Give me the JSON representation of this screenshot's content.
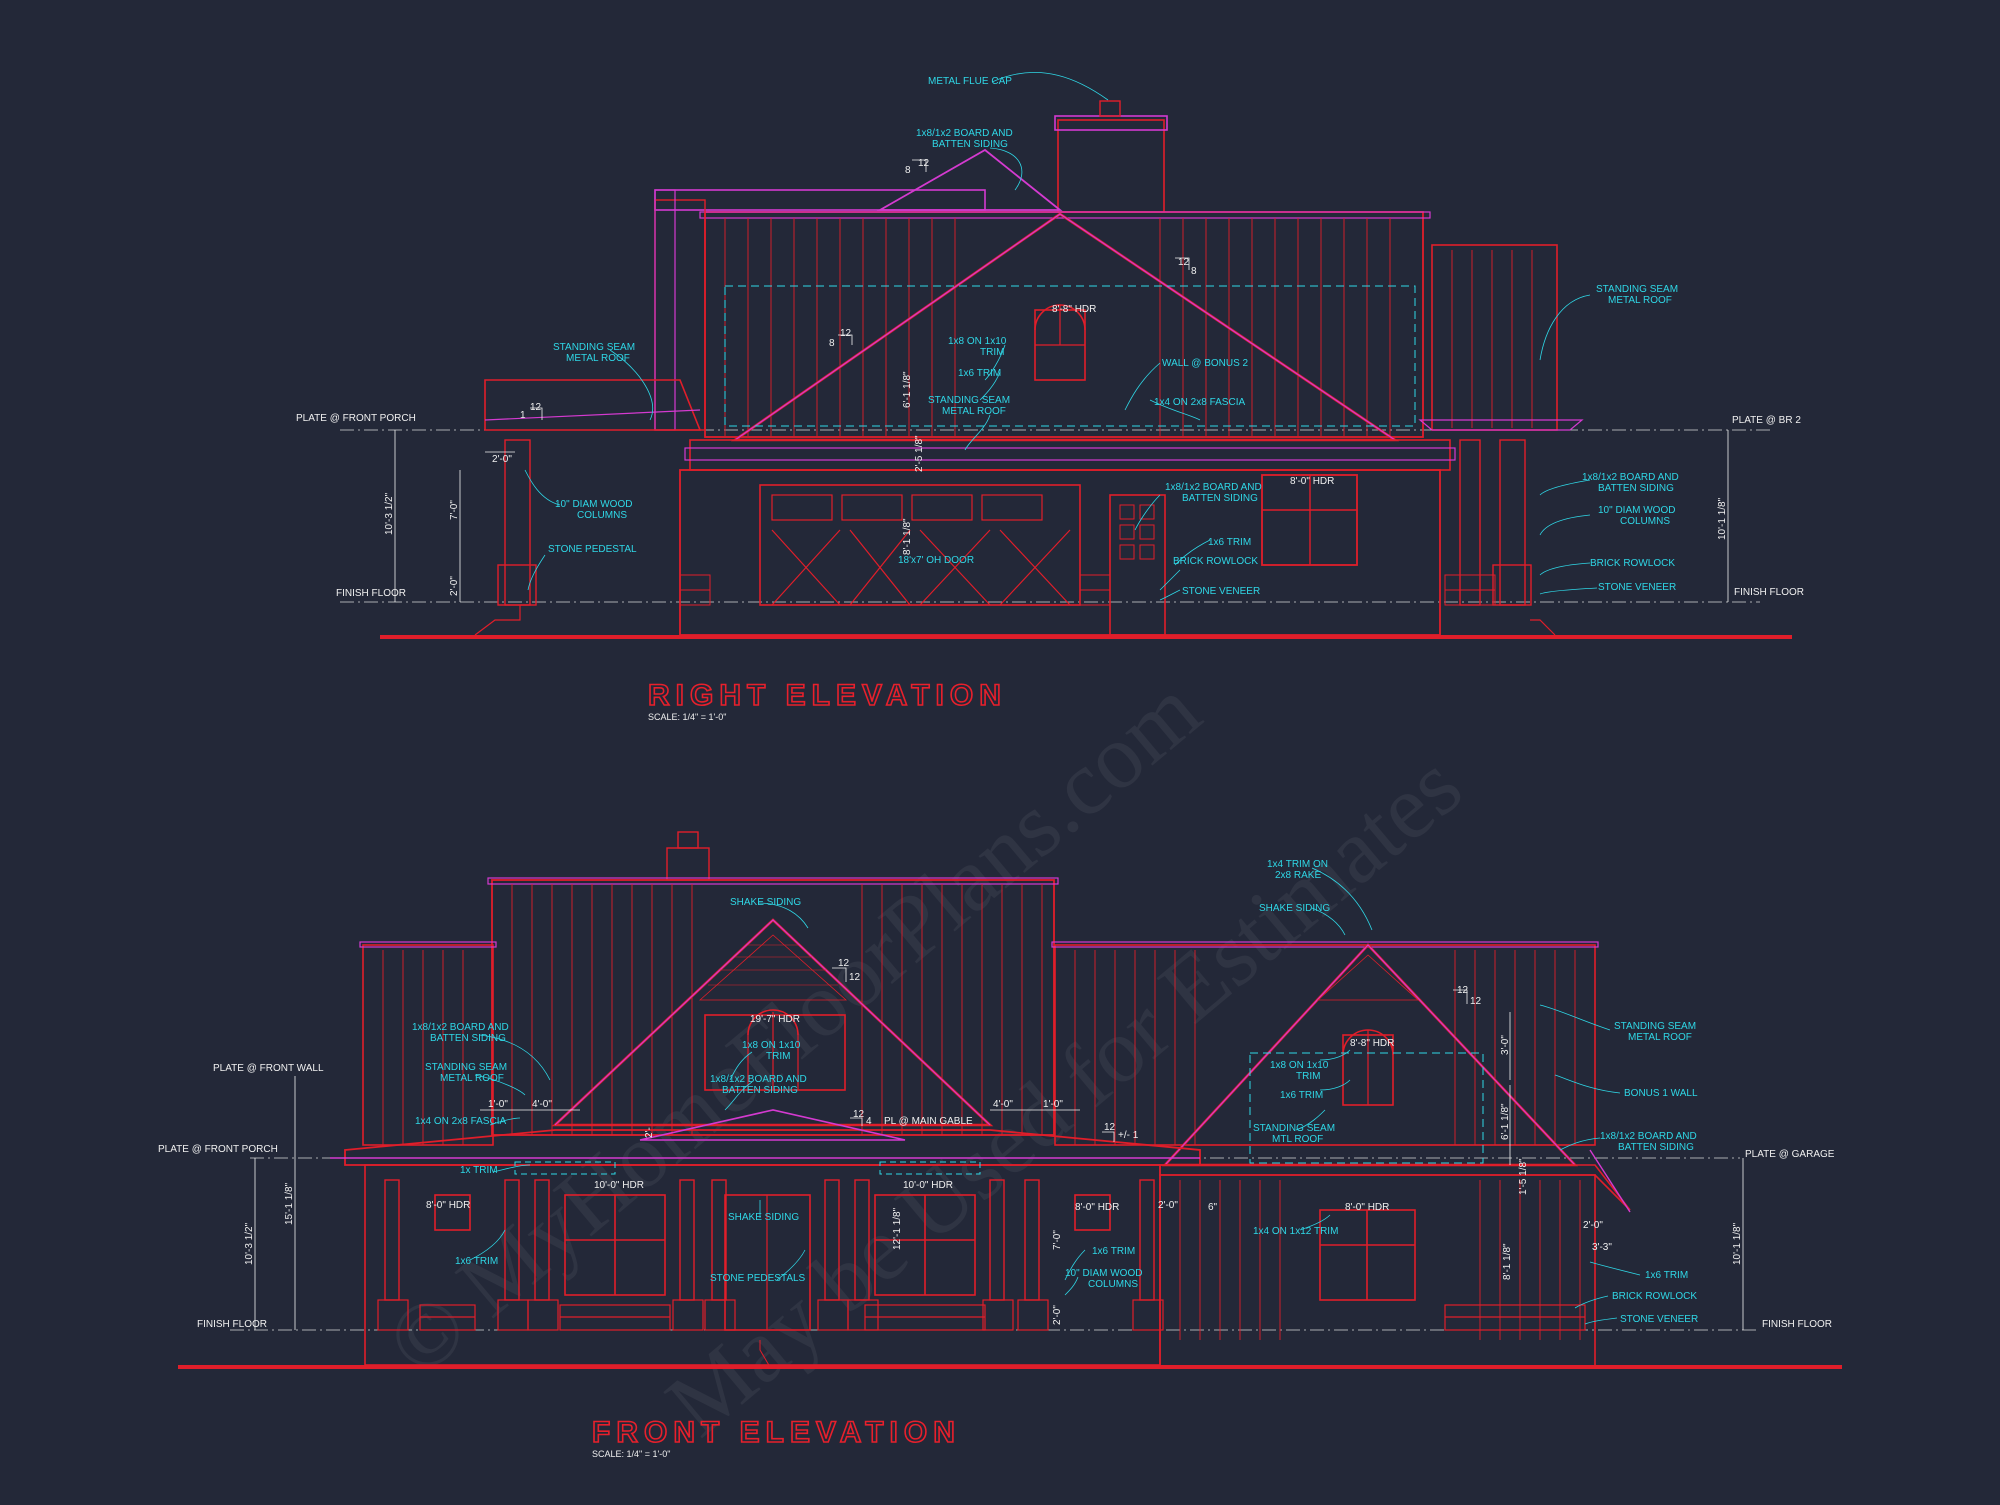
{
  "titles": {
    "right": "RIGHT ELEVATION",
    "front": "FRONT ELEVATION",
    "right_scale": "SCALE: 1/4\" = 1'-0\"",
    "front_scale": "SCALE: 1/4\" = 1'-0\""
  },
  "watermark": {
    "line1": "© MyHomeFloorPlans.com",
    "line2": "May be Used for Estimates"
  },
  "colors": {
    "background": "#232838",
    "linework": "#e01e2a",
    "roof": "#d43ad0",
    "notes": "#2fd7e6",
    "dims": "#f0f0f0"
  },
  "right": {
    "levels": {
      "front_porch": "PLATE @ FRONT PORCH",
      "finish_left": "FINISH FLOOR",
      "br2": "PLATE @ BR 2",
      "finish_right": "FINISH FLOOR"
    },
    "dims": {
      "overall": "10'-3 1/2\"",
      "col": "7'-0\"",
      "ped": "2'-0\"",
      "porch": "2'-0\"",
      "gable": "6'-1 1/8\"",
      "bay": "2'-5 1/8\"",
      "door": "8'-1 1/8\"",
      "right": "10'-1 1/8\""
    },
    "slopes": {
      "a": "12",
      "a2": "8",
      "b": "12",
      "b2": "8",
      "c": "12",
      "c2": "8",
      "d": "12",
      "d2": "1"
    },
    "headers": {
      "gable": "8'-8\" HDR",
      "win": "8'-0\" HDR"
    },
    "notes": {
      "flue": "METAL FLUE CAP",
      "bb1": "1x8/1x2 BOARD AND",
      "bb2": "BATTEN SIDING",
      "ssl1": "STANDING SEAM",
      "ssl2": "METAL ROOF",
      "cols1": "10\" DIAM WOOD",
      "cols2": "COLUMNS",
      "ped": "STONE PEDESTAL",
      "trim1": "1x8 ON 1x10",
      "trim2": "TRIM",
      "trim3": "1x6 TRIM",
      "ssm1": "STANDING SEAM",
      "ssm2": "METAL ROOF",
      "wall": "WALL @ BONUS 2",
      "fascia": "1x4 ON 2x8 FASCIA",
      "ohd": "18'x7' OH DOOR",
      "bb3": "1x8/1x2 BOARD AND",
      "bb4": "BATTEN SIDING",
      "trim4": "1x6 TRIM",
      "row": "BRICK ROWLOCK",
      "stone": "STONE VENEER",
      "ssr1": "STANDING SEAM",
      "ssr2": "METAL ROOF",
      "bb5": "1x8/1x2 BOARD AND",
      "bb6": "BATTEN SIDING",
      "cols3": "10\" DIAM WOOD",
      "cols4": "COLUMNS",
      "row2": "BRICK ROWLOCK",
      "stone2": "STONE VENEER"
    }
  },
  "front": {
    "levels": {
      "front_wall": "PLATE @ FRONT WALL",
      "front_porch": "PLATE @ FRONT PORCH",
      "finish_left": "FINISH FLOOR",
      "garage": "PLATE @ GARAGE",
      "finish_right": "FINISH FLOOR"
    },
    "dims": {
      "overall": "10'-3 1/2\"",
      "tall": "15'-1 1/8\"",
      "d1": "1'-0\"",
      "d2": "4'-0\"",
      "d3": "4'-0\"",
      "d4": "1'-0\"",
      "d5": "2'-",
      "gable_r": "6'-1 1/8\"",
      "top_r": "3'-0\"",
      "w1": "12'-1 1/8\"",
      "w2": "7'-0\"",
      "w3": "2'-0\"",
      "w4": "2'-0\"",
      "w5": "6\"",
      "gar": "8'-1 1/8\"",
      "gar2": "1'-5 1/8\"",
      "g3": "2'-0\"",
      "g4": "3'-3\"",
      "right": "10'-1 1/8\""
    },
    "slopes": {
      "a": "12",
      "a2": "12",
      "b": "12",
      "b2": "4",
      "c": "12",
      "c2": "12",
      "d": "12",
      "d2": "+/- 1"
    },
    "headers": {
      "gable": "19'-7\" HDR",
      "h1": "8'-0\" HDR",
      "h2": "10'-0\" HDR",
      "h3": "10'-0\" HDR",
      "h4": "8'-0\" HDR",
      "h5": "8'-8\" HDR",
      "h6": "8'-0\" HDR"
    },
    "notes": {
      "shake1": "SHAKE SIDING",
      "trim1": "1x8 ON 1x10",
      "trim2": "TRIM",
      "bb1": "1x8/1x2 BOARD AND",
      "bb2": "BATTEN SIDING",
      "bbl1": "1x8/1x2 BOARD AND",
      "bbl2": "BATTEN SIDING",
      "ssl1": "STANDING SEAM",
      "ssl2": "METAL ROOF",
      "fascia": "1x4 ON 2x8 FASCIA",
      "pl": "PL @ MAIN GABLE",
      "xtrim": "1x TRIM",
      "trim3": "1x6 TRIM",
      "shake2": "SHAKE SIDING",
      "peds": "STONE PEDESTALS",
      "trim4": "1x6 TRIM",
      "cols1": "10\" DIAM WOOD",
      "cols2": "COLUMNS",
      "rake1": "1x4 TRIM ON",
      "rake2": "2x8 RAKE",
      "shake3": "SHAKE SIDING",
      "trim5": "1x8 ON 1x10",
      "trim6": "TRIM",
      "trim7": "1x6 TRIM",
      "mtl1": "STANDING SEAM",
      "mtl2": "MTL ROOF",
      "trim8": "1x4 ON 1x12 TRIM",
      "ssr1": "STANDING SEAM",
      "ssr2": "METAL ROOF",
      "bonus": "BONUS 1 WALL",
      "bbr1": "1x8/1x2 BOARD AND",
      "bbr2": "BATTEN SIDING",
      "trim9": "1x6 TRIM",
      "row": "BRICK ROWLOCK",
      "stone": "STONE VENEER"
    }
  }
}
